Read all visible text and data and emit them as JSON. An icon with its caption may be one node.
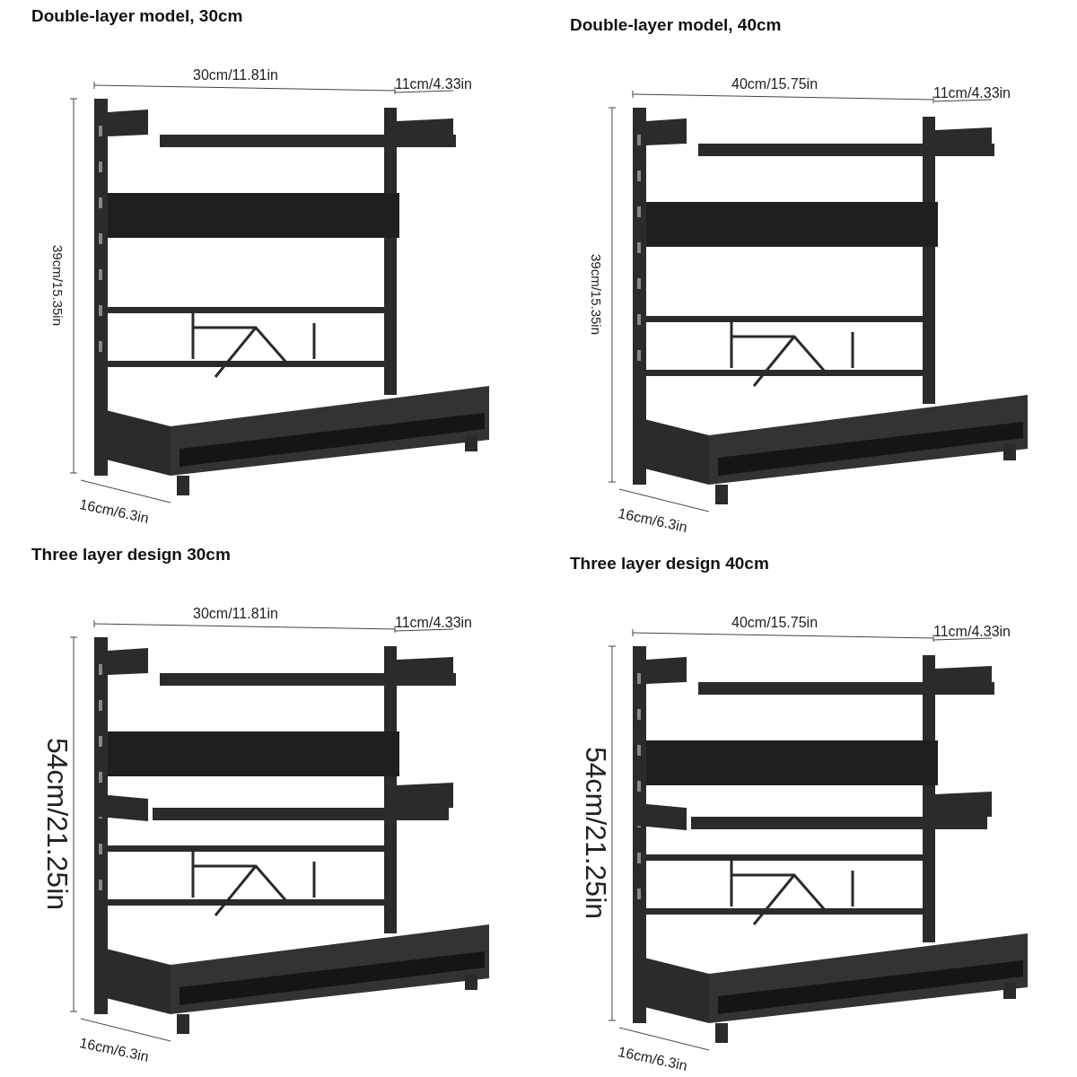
{
  "diagram": {
    "labels": [
      "Double-layer model, 30cm",
      "30cm/11.81in",
      "11cm/4.33in",
      "39cm/15.35in",
      "16cm/6.3in",
      "Double-layer model, 40cm",
      "40cm/15.75in",
      "11cm/4.33in",
      "39cm/15.35in",
      "16cm/6.3in",
      "Three layer design 30cm",
      "30cm/11.81in",
      "11cm/4.33in",
      "54cm/21.25in",
      "16cm/6.3in",
      "Three layer design 40cm",
      "40cm/15.75in",
      "11cm/4.33in",
      "54cm/21.25in",
      "16cm/6.3in"
    ]
  }
}
